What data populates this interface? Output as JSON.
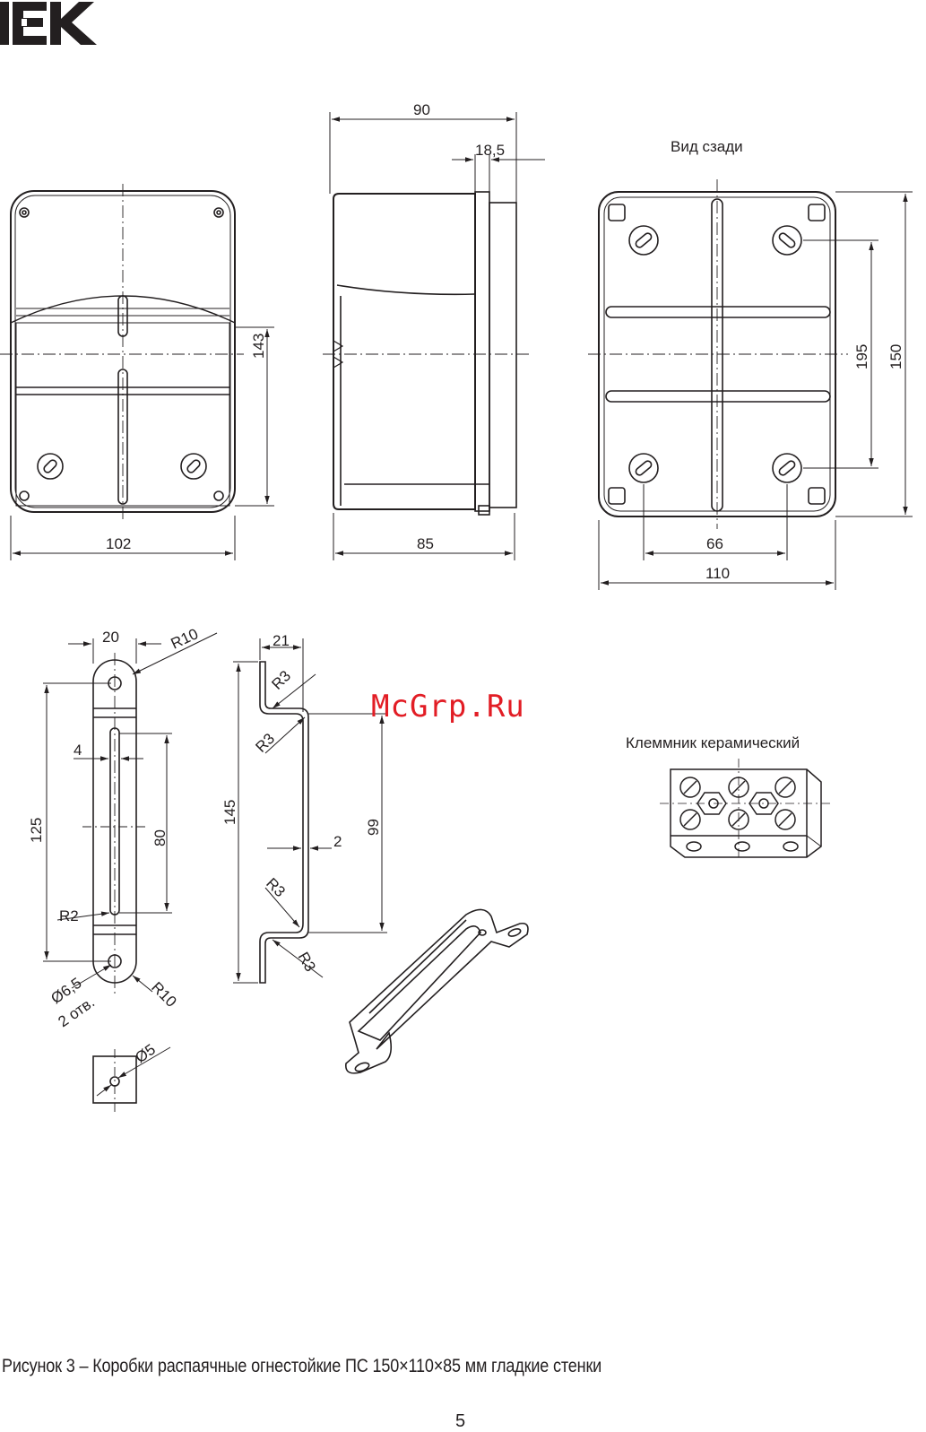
{
  "brand": {
    "logo_text": "IEK"
  },
  "watermark": "McGrp.Ru",
  "views": {
    "rear_view_title": "Вид сзади",
    "terminal_title": "Клеммник керамический"
  },
  "dimensions": {
    "front_width": "102",
    "front_height": "143",
    "side_depth_total": "90",
    "side_lid": "18,5",
    "side_depth": "85",
    "rear_width": "110",
    "rear_height": "150",
    "rear_hole_h": "66",
    "rear_hole_v": "195",
    "bracket_width": "20",
    "bracket_radius_top": "R10",
    "bracket_slot_width": "4",
    "bracket_length": "125",
    "bracket_slot_length": "80",
    "bracket_slot_radius": "R2",
    "bracket_hole": "Ø6,5",
    "bracket_hole_count": "2 отв.",
    "bracket_radius_bottom": "R10",
    "bracket_small_hole": "Ø5",
    "profile_width": "21",
    "profile_r_top1": "R3",
    "profile_r_top2": "R3",
    "profile_height": "145",
    "profile_offset": "99",
    "profile_thickness": "2",
    "profile_r_bot1": "R3",
    "profile_r_bot2": "R3"
  },
  "caption": "Рисунок 3 – Коробки распаячные огнестойкие ПС 150×110×85 мм гладкие стенки",
  "page_number": "5"
}
